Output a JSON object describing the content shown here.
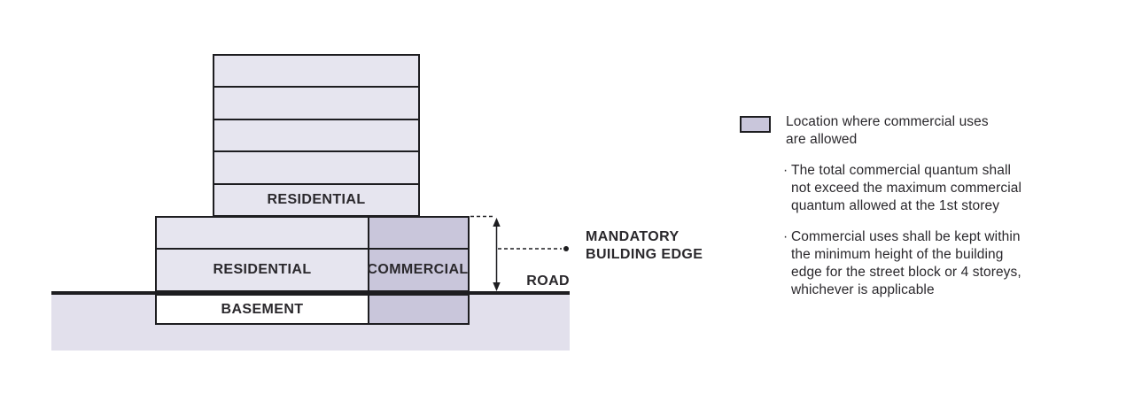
{
  "diagram": {
    "tower_label": "RESIDENTIAL",
    "podium_residential_label": "RESIDENTIAL",
    "podium_commercial_label": "COMMERCIAL",
    "basement_label": "BASEMENT",
    "road_label": "ROAD",
    "building_edge_label": {
      "line1": "MANDATORY",
      "line2": "BUILDING EDGE"
    }
  },
  "legend": {
    "swatch_color": "#c9c6db",
    "bullet_char": "·",
    "title": {
      "line1": "Location where commercial uses",
      "line2": "are allowed"
    },
    "bullets": [
      {
        "lines": [
          "The total commercial quantum shall",
          "not exceed the maximum commercial",
          "quantum allowed at the 1st storey"
        ]
      },
      {
        "lines": [
          "Commercial uses shall be kept within",
          "the minimum height of the building",
          "edge for the street block or 4 storeys,",
          "whichever is applicable"
        ]
      }
    ]
  },
  "colors": {
    "floor_fill": "#e6e5ef",
    "commercial_fill": "#c9c6db",
    "ground_fill": "#e2e0ec",
    "line": "#1d1d20",
    "text": "#2a282c"
  }
}
